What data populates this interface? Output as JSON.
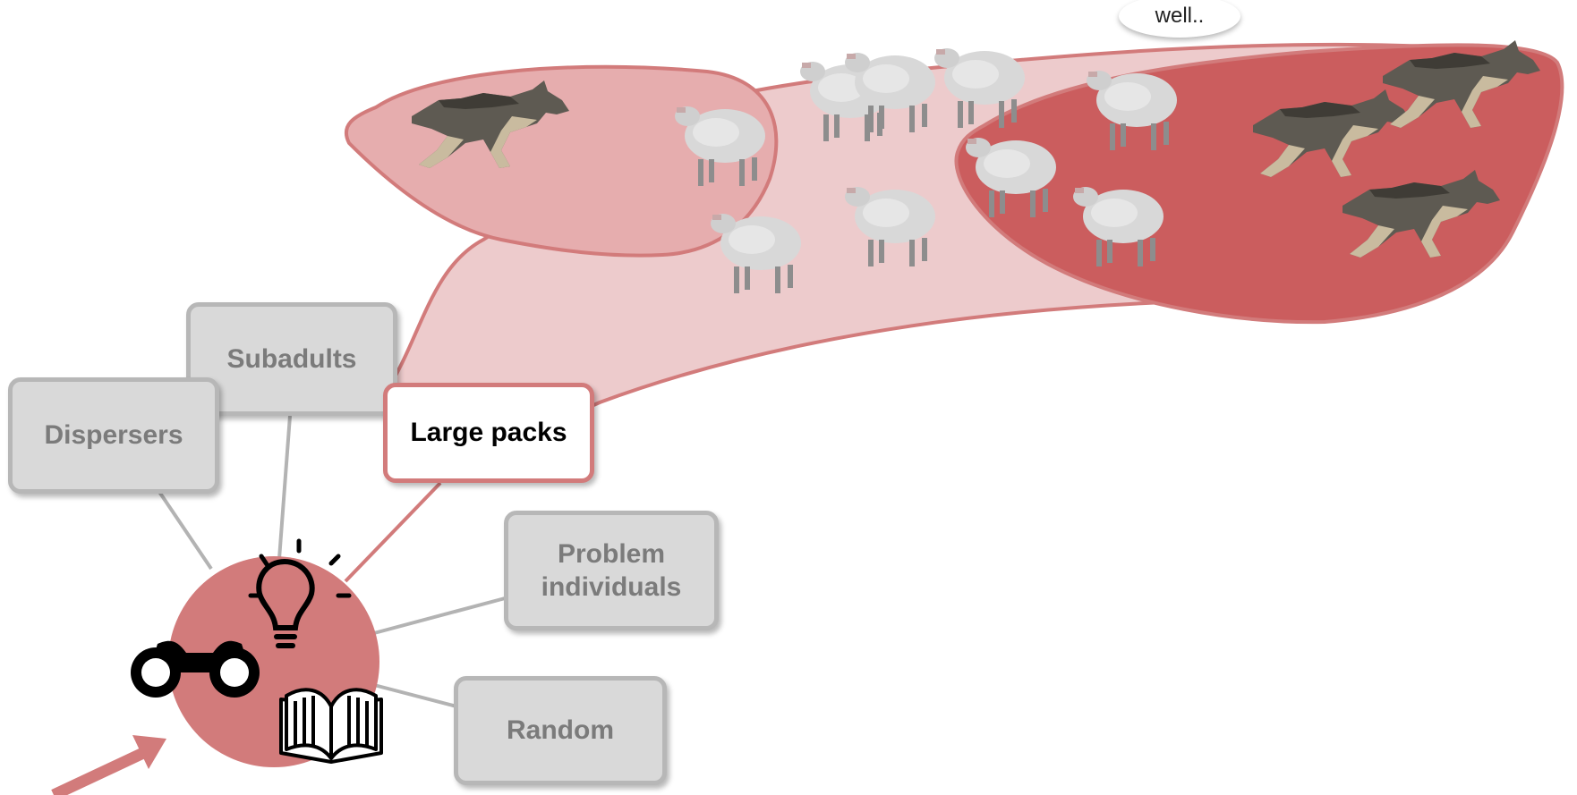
{
  "speech_bubble": {
    "text": "well.."
  },
  "nodes": {
    "dispersers": "Dispersers",
    "subadults": "Subadults",
    "large_packs": "Large packs",
    "problem_individuals_line1": "Problem",
    "problem_individuals_line2": "individuals",
    "random": "Random"
  },
  "icons": [
    "lightbulb-icon",
    "binoculars-icon",
    "open-book-icon",
    "wolf-icon",
    "sheep-icon",
    "arrow-icon"
  ],
  "colors": {
    "hub": "#d27b7b",
    "region_light": "#edcbcc",
    "region_left": "#e6adae",
    "region_right": "#cb5d5e",
    "region_border": "#d27b7b",
    "box_grey": "#d9d9d9",
    "box_text_grey": "#7b7b7b",
    "connector_grey": "#b3b3b3",
    "wolf": "#5e5a52",
    "sheep": "#d6d6d6"
  }
}
